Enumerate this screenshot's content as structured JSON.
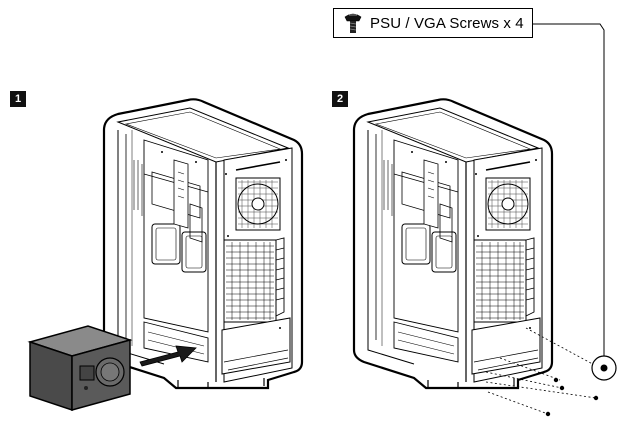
{
  "callout": {
    "label": "PSU / VGA Screws x 4",
    "icon": "screw-icon"
  },
  "steps": [
    {
      "number": "1"
    },
    {
      "number": "2"
    }
  ],
  "colors": {
    "line": "#000000",
    "psu_body": "#4a4a4a",
    "psu_top": "#8a8a8a",
    "arrow": "#1a1a1a"
  }
}
